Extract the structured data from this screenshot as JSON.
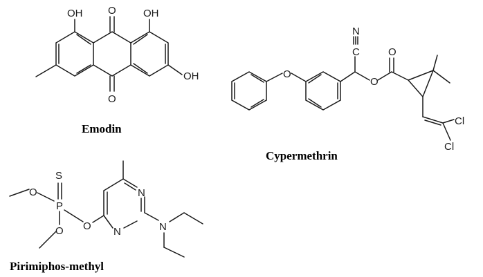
{
  "molecules": {
    "emodin": {
      "name": "Emodin",
      "atoms": {
        "oh_top_left": "OH",
        "o_top": "O",
        "oh_top_right": "OH",
        "oh_right": "OH",
        "o_bottom": "O"
      }
    },
    "cypermethrin": {
      "name": "Cypermethrin",
      "atoms": {
        "n": "N",
        "c_nitrile": "C",
        "o_ether": "O",
        "o_carbonyl": "O",
        "o_ester": "O",
        "cl_top": "Cl",
        "cl_bottom": "Cl"
      }
    },
    "pirimiphos_methyl": {
      "name": "Pirimiphos-methyl",
      "atoms": {
        "s": "S",
        "p": "P",
        "o_upper_methoxy": "O",
        "o_lower_methoxy": "O",
        "o_ester": "O",
        "n_ring_top": "N",
        "n_ring_bottom": "N",
        "n_amine": "N"
      }
    }
  }
}
